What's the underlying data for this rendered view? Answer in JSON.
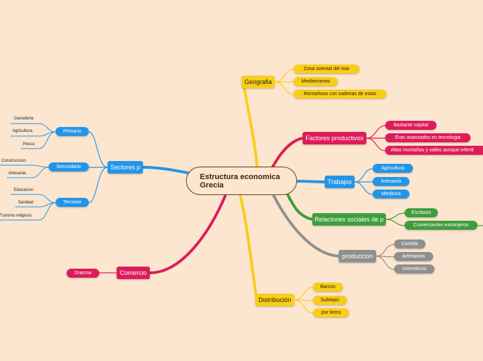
{
  "map": {
    "central": {
      "line1": "Estructura economica",
      "line2": "Grecia"
    },
    "colors": {
      "yellow": "#f9cd1c",
      "red": "#dd1c5b",
      "blue": "#2196e8",
      "green": "#3f9e3c",
      "gray": "#8f8f8f",
      "background": "#fde6cf",
      "central_border": "#6b3a16"
    },
    "geografia": {
      "label": "Geografia",
      "children": [
        "Zona oriental del mar",
        "Mediterraneo",
        "Montañosa con cadenas de estas"
      ]
    },
    "factores": {
      "label": "Factores productivos",
      "children": [
        "Bastante capital",
        "Eran avanzados en tecnologia",
        "Altas montañas y valles aunque infertil"
      ]
    },
    "trabajos": {
      "label": "Trabajos",
      "children": [
        "Agricultura",
        "Artesania",
        "Medicina"
      ]
    },
    "relaciones": {
      "label": "Relaciones sociales de p",
      "children": [
        "Esclavos",
        "Comerciantes extranjeros"
      ]
    },
    "produccion": {
      "label": "produccion",
      "children": [
        "Comida",
        "Artesanias",
        "cosmeticos"
      ]
    },
    "distribucion": {
      "label": "Distribución",
      "children": [
        "Barcos",
        "Subtopic",
        "por tierra"
      ]
    },
    "sectores": {
      "label": "Sectores p",
      "primario": {
        "label": "Primario",
        "children": [
          "Ganaderia",
          "Agricultura",
          "Pesca"
        ]
      },
      "secundario": {
        "label": "Secundario",
        "children": [
          "Construccion",
          "Artesania"
        ]
      },
      "terciario": {
        "label": "Terciario",
        "children": [
          "Educacion",
          "Sanidad",
          "Turismo religioso"
        ]
      }
    },
    "comercio": {
      "label": "Comercio",
      "children": [
        "Dracma"
      ]
    }
  }
}
